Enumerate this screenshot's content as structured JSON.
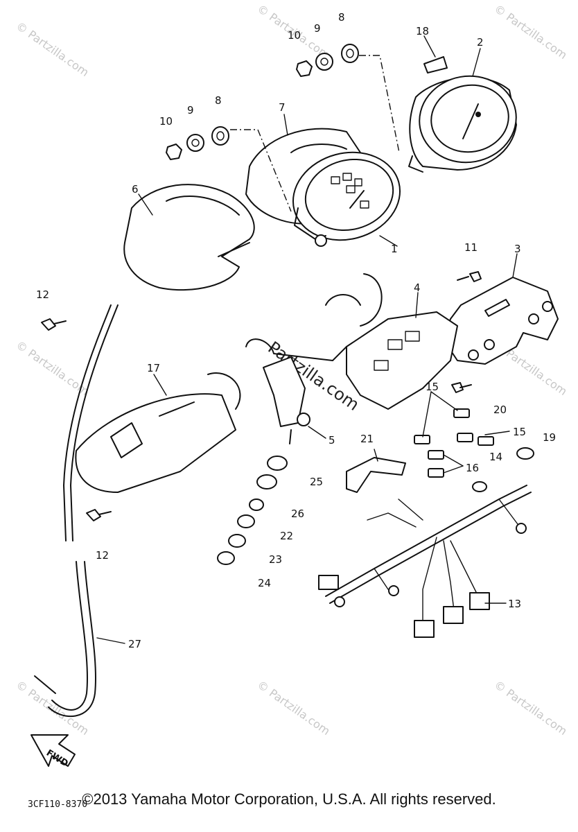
{
  "watermark": {
    "text": "© Partzilla.com",
    "center_text": "Partzilla.com"
  },
  "callouts": [
    "1",
    "2",
    "3",
    "4",
    "5",
    "6",
    "7",
    "8",
    "8",
    "9",
    "9",
    "10",
    "10",
    "11",
    "12",
    "12",
    "13",
    "14",
    "15",
    "15",
    "16",
    "17",
    "18",
    "19",
    "20",
    "21",
    "22",
    "23",
    "24",
    "25",
    "26",
    "27"
  ],
  "fwd_label": "FWD",
  "diagram_code": "3CF110-8370",
  "copyright": "©2013  Yamaha Motor Corporation, U.S.A. All rights reserved."
}
